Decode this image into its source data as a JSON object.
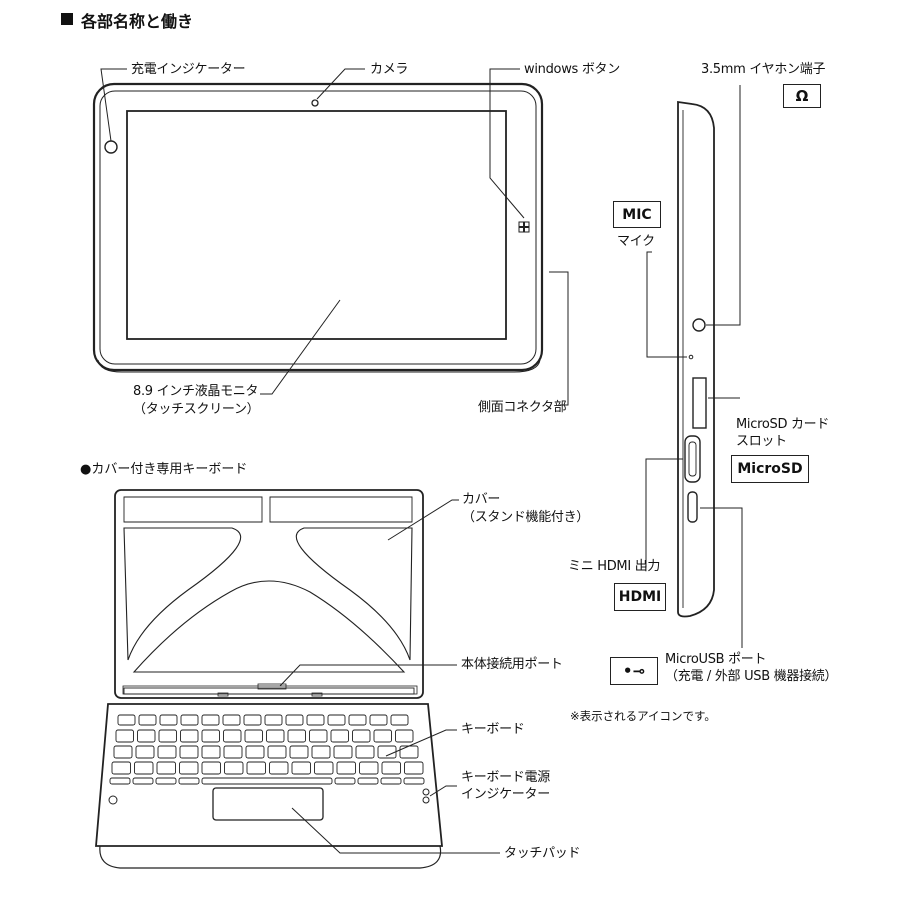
{
  "section_title": "各部名称と働き",
  "labels": {
    "charge_indicator": "充電インジケーター",
    "camera": "カメラ",
    "windows_button": "windows ボタン",
    "earphone_jack": "3.5mm イヤホン端子",
    "mic_word": "マイク",
    "lcd_line1": "8.9 インチ液晶モニタ",
    "lcd_line2": "（タッチスクリーン）",
    "side_connector": "側面コネクタ部",
    "microsd_line1": "MicroSD カード",
    "microsd_line2": "スロット",
    "mini_hdmi": "ミニ HDMI 出力",
    "microusb_line1": "MicroUSB ポート",
    "microusb_line2": "（充電 / 外部 USB 機器接続）",
    "icon_note": "※表示されるアイコンです。",
    "cover_line1": "カバー",
    "cover_line2": "（スタンド機能付き）",
    "body_port": "本体接続用ポート",
    "keyboard": "キーボード",
    "kb_power_line1": "キーボード電源",
    "kb_power_line2": "インジケーター",
    "touchpad": "タッチパッド"
  },
  "keyboard_section": "●カバー付き専用キーボード",
  "icon_boxes": {
    "headphone_icon": "Ω",
    "mic": "MIC",
    "microsd": "MicroSD",
    "hdmi": "HDMI",
    "usb_icon": "•⊸"
  }
}
